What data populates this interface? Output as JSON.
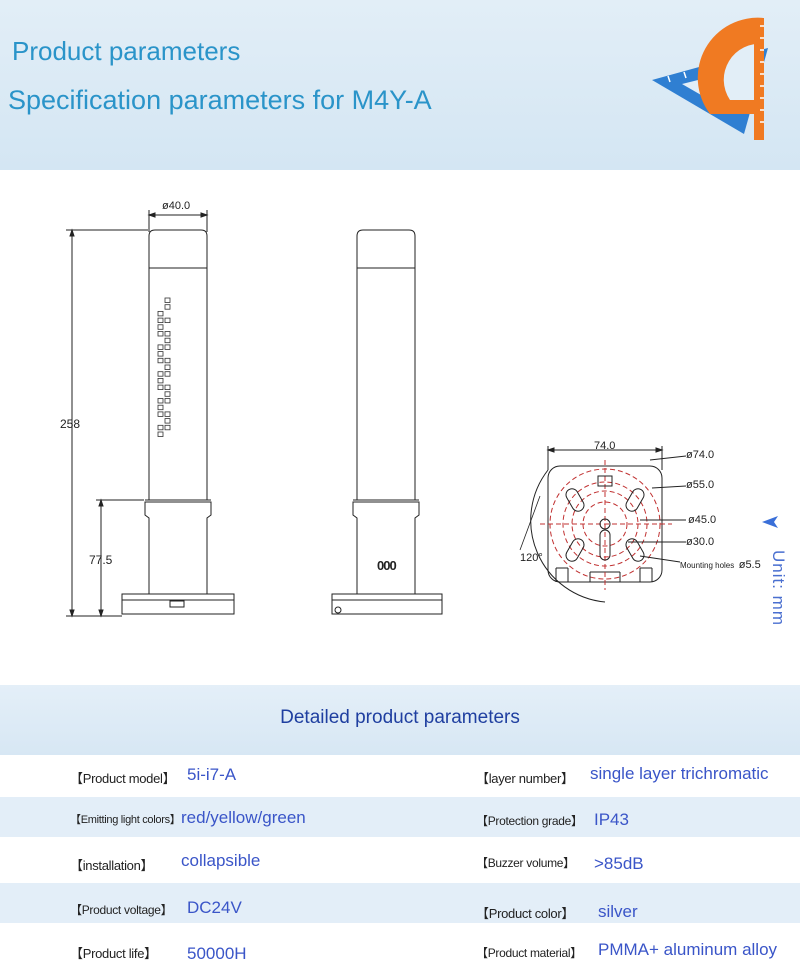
{
  "header": {
    "title": "Product parameters",
    "subtitle": "Specification parameters for M4Y-A"
  },
  "drawing": {
    "unit_label": "Unit: mm",
    "dimensions": {
      "top_diameter": "ø40.0",
      "total_height": "258",
      "base_height": "77.5",
      "buzzer_holes": "000",
      "mount_width": "74.0",
      "d74": "ø74.0",
      "d55": "ø55.0",
      "d45": "ø45.0",
      "d30": "ø30.0",
      "angle": "120°",
      "mounting_holes": "Mounting holes",
      "hole_size": "ø5.5"
    }
  },
  "params": {
    "section_title": "Detailed product parameters",
    "rows": [
      {
        "l_label": "【Product model】",
        "l_value": "5i-i7-A",
        "r_label": "【layer number】",
        "r_value": "single layer trichromatic"
      },
      {
        "l_label": "【Emitting light colors】",
        "l_value": "red/yellow/green",
        "r_label": "【Protection grade】",
        "r_value": "IP43"
      },
      {
        "l_label": "【installation】",
        "l_value": "collapsible",
        "r_label": "【Buzzer volume】",
        "r_value": ">85dB"
      },
      {
        "l_label": "【Product voltage】",
        "l_value": "DC24V",
        "r_label": "【Product color】",
        "r_value": "silver"
      },
      {
        "l_label": "【Product life】",
        "l_value": "50000H",
        "r_label": "【Product material】",
        "r_value": "PMMA+ aluminum alloy"
      }
    ]
  },
  "colors": {
    "title": "#2a94c9",
    "value": "#3a55c8",
    "band": "#d7e7f4",
    "logo_orange": "#f07a22",
    "logo_blue": "#2f7fd2"
  }
}
